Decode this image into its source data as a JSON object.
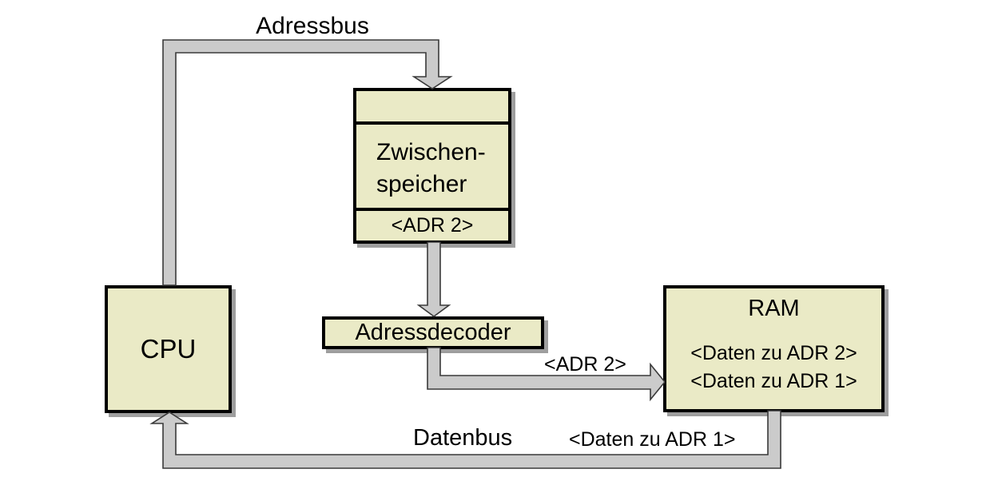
{
  "diagram": {
    "boxes": {
      "cpu": {
        "label": "CPU"
      },
      "buffer": {
        "lines": [
          "Zwischen-",
          "speicher"
        ],
        "slot": "<ADR 2>"
      },
      "decoder": {
        "label": "Adressdecoder"
      },
      "ram": {
        "label": "RAM",
        "row1": "<Daten zu ADR 2>",
        "row2": "<Daten zu ADR 1>"
      }
    },
    "bus_labels": {
      "address_bus": "Adressbus",
      "data_bus": "Datenbus",
      "adr2": "<ADR 2>",
      "daten_adr1": "<Daten zu ADR 1>"
    },
    "colors": {
      "background": "#ffffff",
      "box_fill": "#eaeac6",
      "box_border": "#000000",
      "box_shadow": "#9e9e9e",
      "bus_fill": "#cbcbcb",
      "bus_outline": "#3a3a3a",
      "text": "#000000"
    }
  }
}
